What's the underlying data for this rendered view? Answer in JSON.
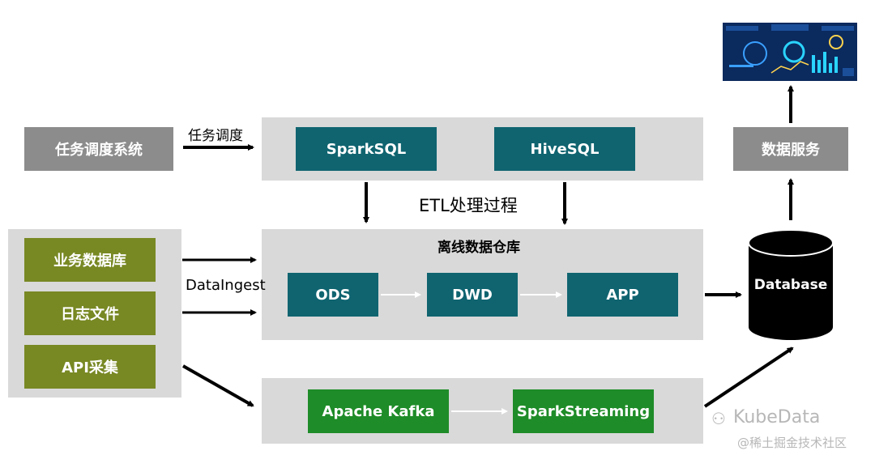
{
  "scheduler": {
    "title": "任务调度系统",
    "arrow_label": "任务调度"
  },
  "etl": {
    "engines": [
      "SparkSQL",
      "HiveSQL"
    ],
    "process_label": "ETL处理过程"
  },
  "warehouse": {
    "title": "离线数据仓库",
    "layers": [
      "ODS",
      "DWD",
      "APP"
    ]
  },
  "sources": {
    "items": [
      "业务数据库",
      "日志文件",
      "API采集"
    ],
    "ingest_label": "DataIngest"
  },
  "streaming": {
    "items": [
      "Apache Kafka",
      "SparkStreaming"
    ]
  },
  "database": {
    "label": "Database"
  },
  "data_service": {
    "label": "数据服务"
  },
  "watermark": {
    "brand": "KubeData",
    "site": "@稀土掘金技术社区"
  },
  "colors": {
    "gray_box": "#8c8c8c",
    "teal_box": "#0f6470",
    "olive_box": "#788823",
    "green_box": "#1e8c28",
    "panel": "#d9d9d9",
    "dashboard_bg": "#0b2a5e"
  }
}
